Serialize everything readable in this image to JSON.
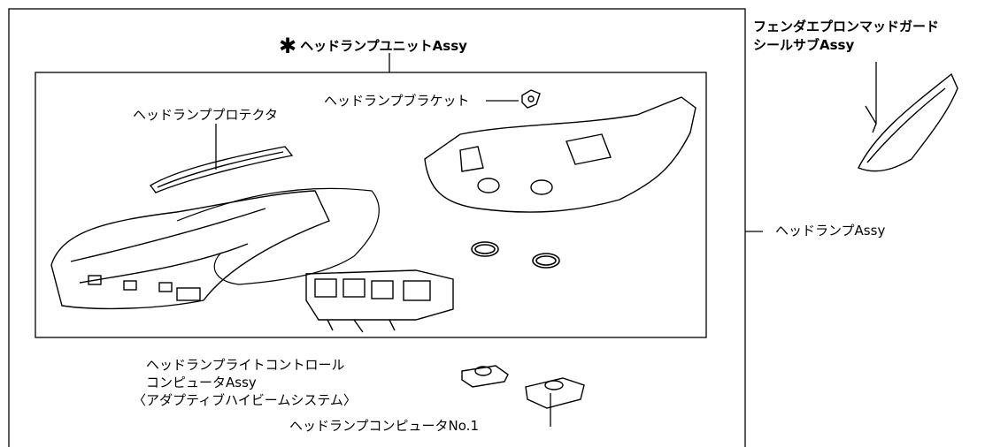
{
  "labels": {
    "headlamp_unit": "ヘッドランプユニットAssy",
    "headlamp_unit_marker": "✱",
    "headlamp_protector": "ヘッドランププロテクタ",
    "headlamp_bracket": "ヘッドランプブラケット",
    "fender_apron_line1": "フェンダエプロンマッドガード",
    "fender_apron_line2": "シールサブAssy",
    "headlamp_assy": "ヘッドランプAssy",
    "light_control_line1": "ヘッドランプライトコントロール",
    "light_control_line2": "コンピュータAssy",
    "light_control_line3": "〈アダプティブハイビームシステム〉",
    "headlamp_computer_no1": "ヘッドランプコンピュータNo.1"
  }
}
